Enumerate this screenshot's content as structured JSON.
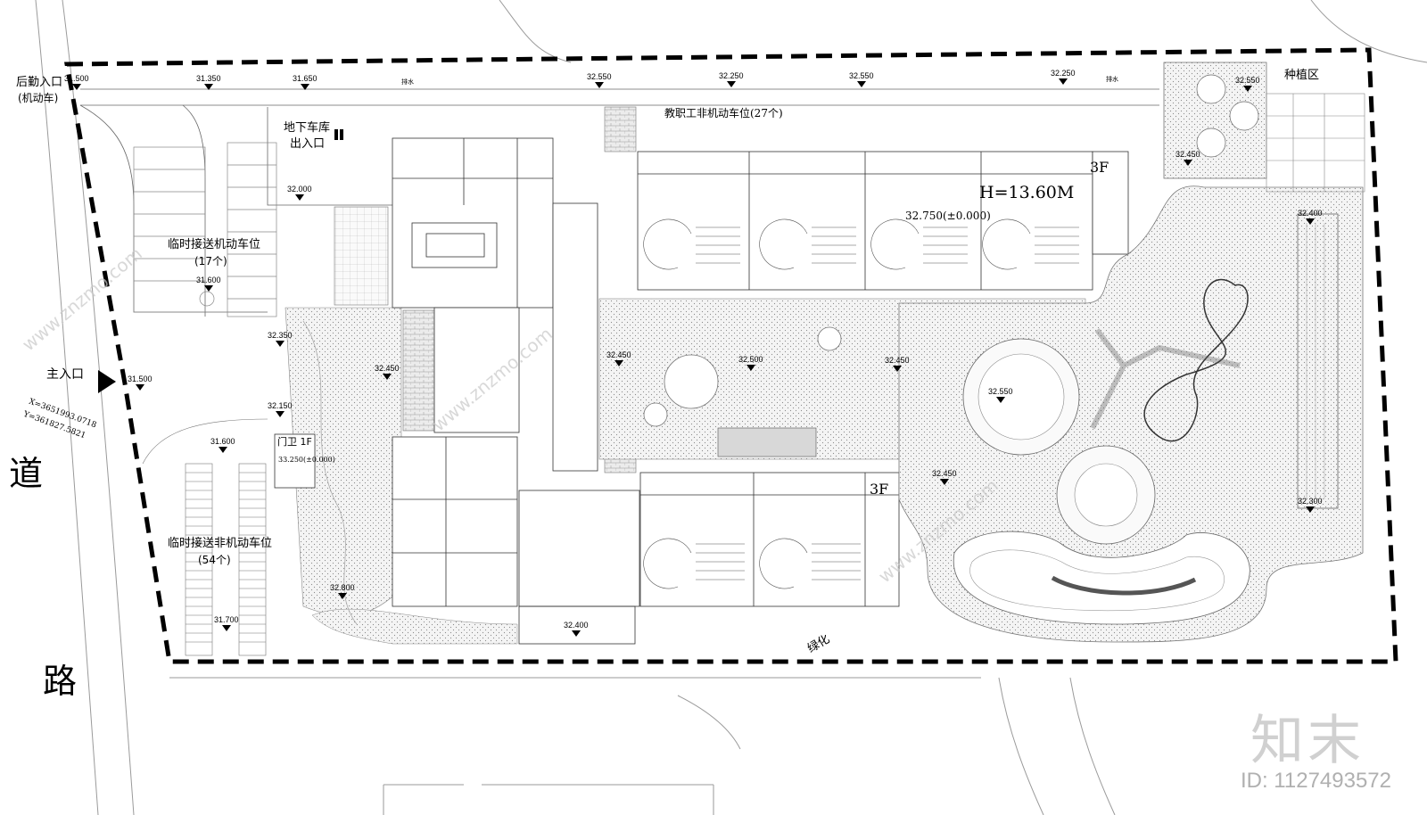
{
  "plan": {
    "labels": {
      "logistics_entrance": "后勤入口",
      "logistics_entrance_sub": "(机动车)",
      "garage_entrance": "地下车库",
      "garage_entrance_sub": "出入口",
      "staff_bike_parking": "教职工非机动车位(27个)",
      "planting_area": "种植区",
      "temp_car_parking": "临时接送机动车位",
      "temp_car_parking_count": "(17个)",
      "main_entrance": "主入口",
      "temp_bike_parking": "临时接送非机动车位",
      "temp_bike_parking_count": "(54个)",
      "gatehouse": "门卫 1F",
      "gatehouse_elev": "33.250(±0.000)",
      "building_height": "H=13.60M",
      "building_elev": "32.750(±0.000)",
      "floors_north": "3F",
      "floors_south": "3F",
      "greening": "绿化",
      "road_char_1": "道",
      "road_char_2": "路",
      "coord_x": "X=3651993.0718",
      "coord_y": "Y=361827.5821",
      "drain_1": "排水",
      "drain_2": "排水"
    },
    "elevations": [
      "31.500",
      "31.350",
      "31.650",
      "32.550",
      "32.250",
      "32.550",
      "32.250",
      "32.550",
      "32.000",
      "31.600",
      "32.450",
      "31.500",
      "32.350",
      "32.450",
      "32.500",
      "32.450",
      "32.550",
      "32.400",
      "32.300",
      "32.450",
      "32.450",
      "31.600",
      "32.800",
      "31.700",
      "32.400",
      "32.150"
    ]
  },
  "watermark": {
    "site": "www.znzmo.com",
    "brand": "知末",
    "id": "ID: 1127493572"
  }
}
